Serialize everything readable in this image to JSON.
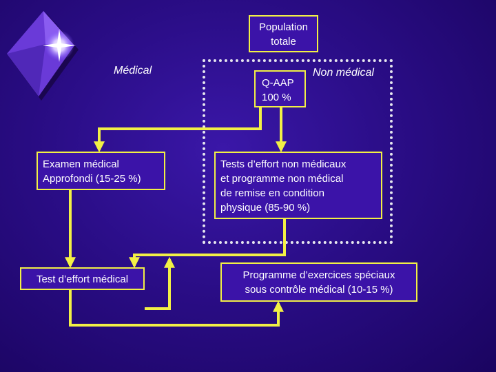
{
  "diagram": {
    "nodes": {
      "population": {
        "text": "Population\ntotale"
      },
      "qaap": {
        "text": "Q-AAP\n100 %"
      },
      "examen": {
        "text": "Examen médical\nApprofondi (15-25 %)"
      },
      "tests_non_medicaux": {
        "text": "Tests d’effort non médicaux\net programme non médical\nde remise en condition\nphysique (85-90 %)"
      },
      "test_medical": {
        "text": "Test d’effort médical"
      },
      "programme": {
        "text": "Programme d’exercices spéciaux\nsous contrôle médical (10-15 %)"
      }
    },
    "labels": {
      "medical": "Médical",
      "non_medical": "Non médical"
    },
    "colors": {
      "connector": "#f2f045",
      "box_border": "#f2f045",
      "box_fill": "#3b13a8",
      "dotted_frame": "#e6e6ee",
      "background": "#2a0d86"
    }
  },
  "decoration": {
    "icon": "diamond-star-logo-icon"
  }
}
